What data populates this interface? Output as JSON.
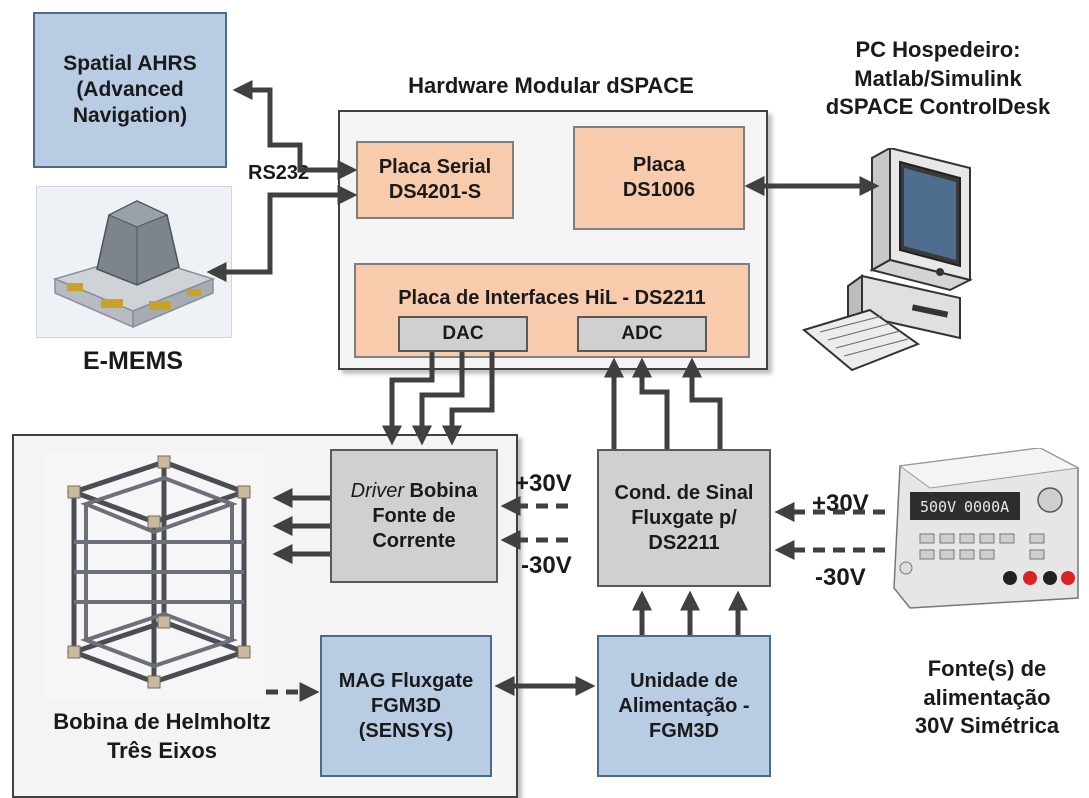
{
  "spatial_ahrs": {
    "line1": "Spatial AHRS",
    "line2": "(Advanced",
    "line3": "Navigation)"
  },
  "rs232_label": "RS232",
  "emems_label": "E-MEMS",
  "dspace_title": "Hardware Modular dSPACE",
  "placa_serial": {
    "line1": "Placa Serial",
    "line2": "DS4201-S"
  },
  "placa_ds1006": {
    "line1": "Placa",
    "line2": "DS1006"
  },
  "hil_board": {
    "title": "Placa de Interfaces HiL - DS2211",
    "dac": "DAC",
    "adc": "ADC"
  },
  "pc_host": {
    "line1": "PC Hospedeiro:",
    "line2": "Matlab/Simulink",
    "line3": "dSPACE ControlDesk"
  },
  "driver": {
    "italic": "Driver",
    "line1_rest": " Bobina",
    "line2": "Fonte de",
    "line3": "Corrente"
  },
  "cond_sinal": {
    "line1": "Cond. de Sinal",
    "line2": "Fluxgate p/",
    "line3": "DS2211"
  },
  "voltages": {
    "plus": "+30V",
    "minus": "-30V"
  },
  "mag_fluxgate": {
    "line1": "MAG Fluxgate",
    "line2": "FGM3D",
    "line3": "(SENSYS)"
  },
  "unidade_alim": {
    "line1": "Unidade de",
    "line2": "Alimentação -",
    "line3": "FGM3D"
  },
  "fonte": {
    "line1": "Fonte(s) de",
    "line2": "alimentação",
    "line3": "30V Simétrica"
  },
  "bobina": {
    "line1": "Bobina de Helmholtz",
    "line2": "Três Eixos"
  },
  "psu_display": {
    "volts": "500V",
    "amps": "0000A"
  },
  "colors": {
    "blue_box": "#b8cce4",
    "orange_box": "#f8cbad",
    "gray_box": "#d0d0d0",
    "arrow": "#404040"
  }
}
